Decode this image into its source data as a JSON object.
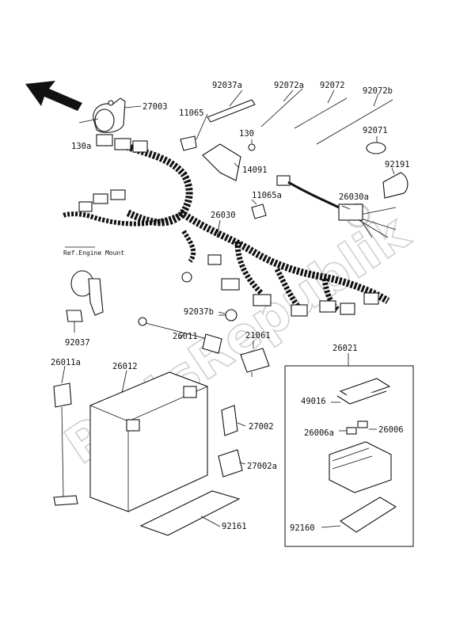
{
  "diagram": {
    "reference_note": "Ref.Engine Mount",
    "watermark": "PartsRepublik"
  },
  "labels": {
    "n27003": "27003",
    "n130a": "130a",
    "n11065": "11065",
    "n92037a": "92037a",
    "n92072a": "92072a",
    "n92072": "92072",
    "n92072b": "92072b",
    "n92071": "92071",
    "n92191": "92191",
    "n130": "130",
    "n14091": "14091",
    "n11065a": "11065a",
    "n26030a": "26030a",
    "n26030": "26030",
    "n92037": "92037",
    "n92037b": "92037b",
    "n26011": "26011",
    "n21061": "21061",
    "n26021": "26021",
    "n26011a": "26011a",
    "n26012": "26012",
    "n49016": "49016",
    "n26006a": "26006a",
    "n26006": "26006",
    "n27002": "27002",
    "n27002a": "27002a",
    "n92161": "92161",
    "n92160": "92160"
  }
}
